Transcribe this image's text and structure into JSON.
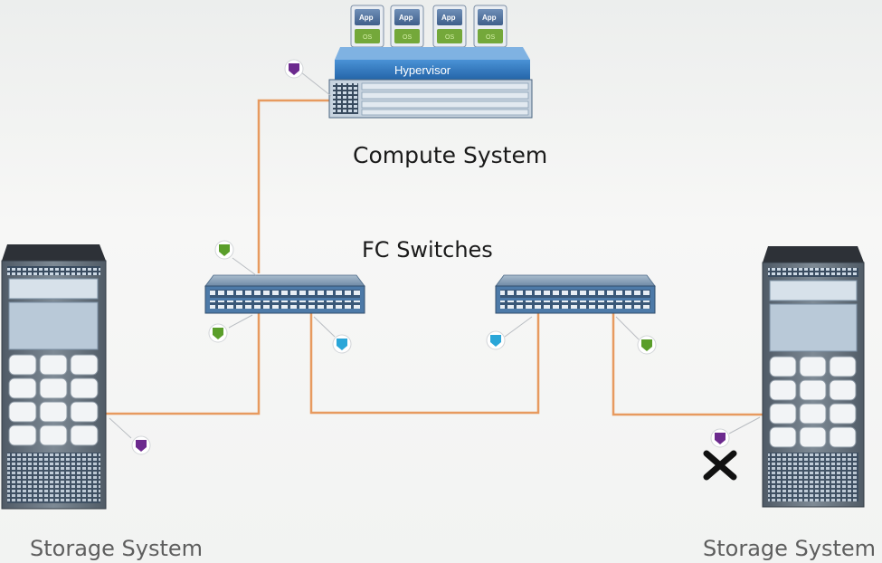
{
  "labels": {
    "compute_system": "Compute System",
    "fc_switches": "FC Switches",
    "storage_left": "Storage System",
    "storage_right": "Storage System"
  },
  "compute": {
    "hypervisor": "Hypervisor",
    "apps": [
      {
        "app": "App",
        "os": "OS"
      },
      {
        "app": "App",
        "os": "OS"
      },
      {
        "app": "App",
        "os": "OS"
      },
      {
        "app": "App",
        "os": "OS"
      }
    ]
  },
  "colors": {
    "link": "#e79a5f",
    "port_purple": "#6c2a8e",
    "port_green": "#5a9e2a",
    "port_blue": "#2aa6d8",
    "failure_mark": "#111111",
    "switch_body": "#4d7aa8",
    "hypervisor_band": "#2f78c2"
  },
  "icons": [
    "port-indicator-icon",
    "failure-x-icon",
    "fc-switch-icon",
    "storage-rack-icon",
    "server-icon"
  ]
}
